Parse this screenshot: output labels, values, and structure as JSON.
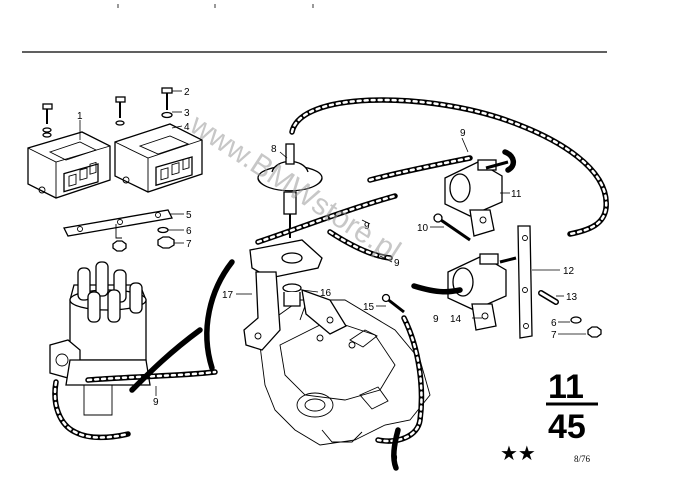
{
  "diagram": {
    "group_number": "11",
    "page_number": "45",
    "stars": "★★",
    "date_code": "8/76",
    "watermark": "www.BMWstore.pl",
    "callouts": [
      {
        "id": "c1",
        "label": "1"
      },
      {
        "id": "c2",
        "label": "2"
      },
      {
        "id": "c3",
        "label": "3"
      },
      {
        "id": "c4",
        "label": "4"
      },
      {
        "id": "c5",
        "label": "5"
      },
      {
        "id": "c6a",
        "label": "6"
      },
      {
        "id": "c7a",
        "label": "7"
      },
      {
        "id": "c8",
        "label": "8"
      },
      {
        "id": "c9a",
        "label": "9"
      },
      {
        "id": "c9b",
        "label": "9"
      },
      {
        "id": "c9c",
        "label": "9"
      },
      {
        "id": "c9d",
        "label": "9"
      },
      {
        "id": "c9e",
        "label": "9"
      },
      {
        "id": "c9f",
        "label": "9"
      },
      {
        "id": "c10",
        "label": "10"
      },
      {
        "id": "c11",
        "label": "11"
      },
      {
        "id": "c12",
        "label": "12"
      },
      {
        "id": "c13",
        "label": "13"
      },
      {
        "id": "c14",
        "label": "14"
      },
      {
        "id": "c15",
        "label": "15"
      },
      {
        "id": "c16",
        "label": "16"
      },
      {
        "id": "c17",
        "label": "17"
      },
      {
        "id": "c6b",
        "label": "6"
      },
      {
        "id": "c7b",
        "label": "7"
      }
    ]
  }
}
